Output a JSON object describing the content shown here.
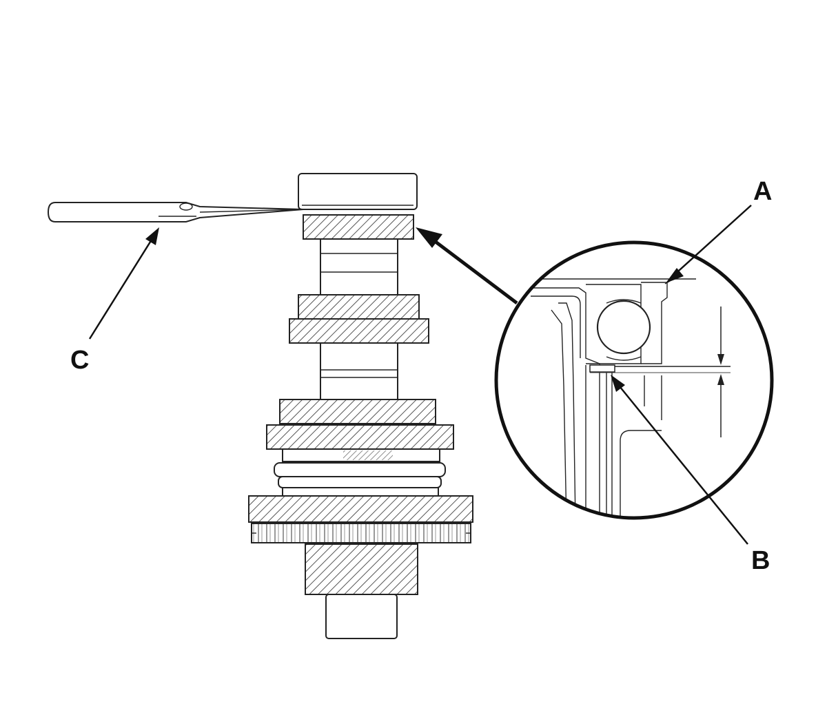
{
  "callouts": {
    "a": {
      "label": "A"
    },
    "b": {
      "label": "B"
    },
    "c": {
      "label": "C"
    }
  },
  "colors": {
    "line": "#222222",
    "hatch": "#555555",
    "background": "#ffffff"
  }
}
